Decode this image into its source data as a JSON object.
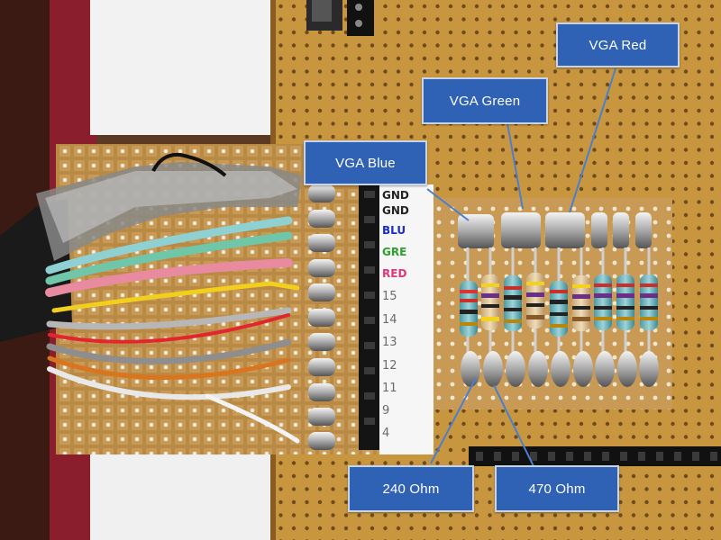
{
  "image": {
    "description": "Close-up photo of a perfboard wiring a ribbon cable to a header and a resistor ladder for VGA color outputs",
    "colors": {
      "board": "#c8963e",
      "board_dark": "#9e6b28",
      "callout_fill": "#2f62b4",
      "callout_border": "#c9d4e6",
      "arrow": "#4a7fcf"
    }
  },
  "callouts": {
    "vga_red": "VGA  Red",
    "vga_green": "VGA  Green",
    "vga_blue": "VGA Blue",
    "r240": "240 Ohm",
    "r470": "470 Ohm"
  },
  "pin_labels": [
    "GND",
    "GND",
    "BLU",
    "GRE",
    "RED",
    "15",
    "14",
    "13",
    "12",
    "11",
    "9",
    "4"
  ]
}
